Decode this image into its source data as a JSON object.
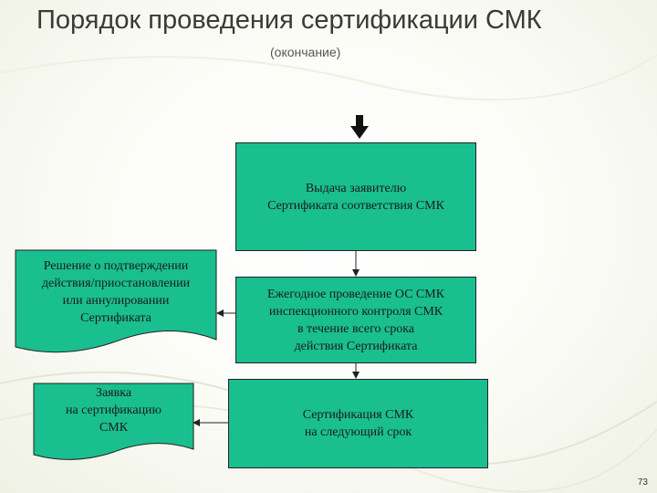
{
  "slide": {
    "title": "Порядок проведения сертификации СМК",
    "subtitle": "(окончание)",
    "page_number": "73"
  },
  "flowchart": {
    "box_issue": "Выдача заявителю\nСертификата соответствия СМК",
    "box_annual": "Ежегодное проведение ОС СМК\nинспекционного контроля СМК\nв течение всего срока\nдействия Сертификата",
    "box_recert": "Сертификация СМК\nна следующий срок",
    "doc_decision": "Решение о подтверждении\nдействия/приостановлении\nили аннулировании\nСертификата",
    "doc_application": "Заявка\nна сертификацию\nСМК"
  },
  "colors": {
    "box_fill": "#19bf8f",
    "border": "#222222",
    "title_text": "#3b3b36"
  }
}
